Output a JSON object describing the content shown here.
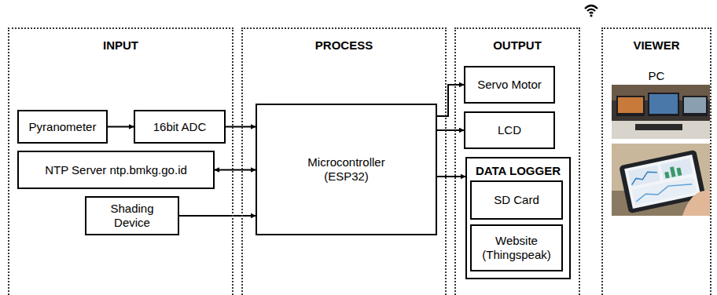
{
  "diagram": {
    "nodes": [
      {
        "text": [
          "INPUT"
        ]
      },
      {
        "text": [
          "Pyranometer"
        ],
        "in": 0
      },
      {
        "text": [
          "16bit ADC"
        ],
        "in": 0
      },
      {
        "text": [
          "NTP Server ntp.bmkg.go.id"
        ],
        "in": 0
      },
      {
        "text": [
          "Shading Device"
        ],
        "in": 0
      },
      {
        "text": [
          "PROCESS"
        ]
      },
      {
        "text": [
          "Microcontroller (ESP32)"
        ],
        "in": 5
      },
      {
        "text": [
          "OUTPUT"
        ]
      },
      {
        "text": [
          "Servo Motor"
        ],
        "in": 7
      },
      {
        "text": [
          "LCD"
        ],
        "in": 7
      },
      {
        "text": [
          "DATA LOGGER"
        ],
        "in": 7
      },
      {
        "text": [
          "SD Card"
        ],
        "in": 10
      },
      {
        "text": [
          "Website (Thingspeak)"
        ],
        "in": 10
      },
      {
        "text": [
          "VIEWER",
          "PC"
        ]
      }
    ],
    "edges": [
      {
        "from": 1,
        "to": 2,
        "arrow": "to"
      },
      {
        "from": 2,
        "to": 6,
        "arrow": "to"
      },
      {
        "from": 3,
        "to": 6,
        "arrow": "both"
      },
      {
        "from": 4,
        "to": 6,
        "arrow": "to"
      },
      {
        "from": 6,
        "to": 8,
        "arrow": "to"
      },
      {
        "from": 6,
        "to": 9,
        "arrow": "to"
      },
      {
        "from": 6,
        "to": 10,
        "arrow": "to"
      }
    ]
  }
}
